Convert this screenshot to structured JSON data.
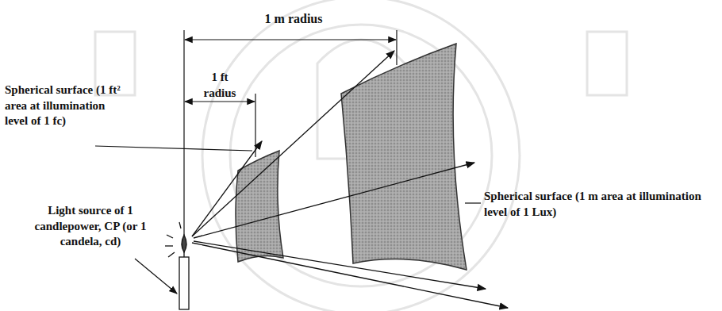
{
  "diagram": {
    "labels": [
      "1 m radius",
      "1 ft radius",
      "Spherical surface (1 ft² area at illumination level of 1 fc)",
      "Light source of 1 candlepower, CP (or 1 candela, cd)",
      "Spherical surface (1 m area at illumination level of 1 Lux)"
    ]
  }
}
